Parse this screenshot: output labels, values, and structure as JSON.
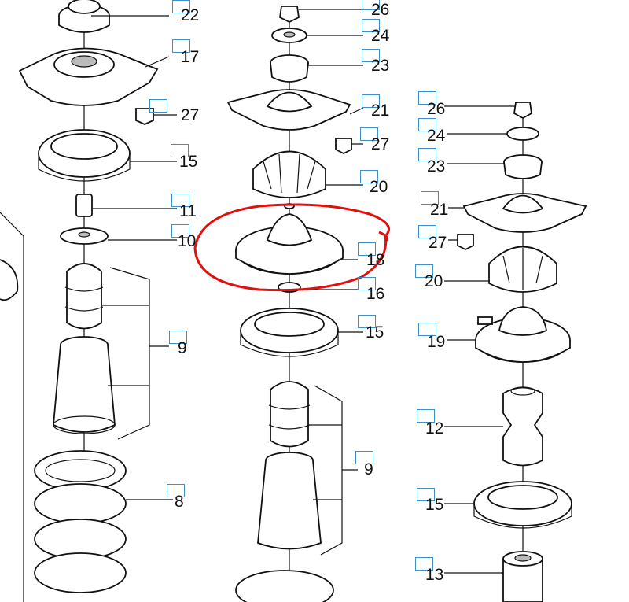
{
  "diagram": {
    "highlight_color": "#e01010",
    "hotspot_color": "#3c8fc8",
    "highlighted_part": "18",
    "columns": [
      {
        "name": "left",
        "labels": [
          "22",
          "17",
          "27",
          "15",
          "11",
          "10",
          "9",
          "8"
        ]
      },
      {
        "name": "middle",
        "labels": [
          "26",
          "24",
          "23",
          "21",
          "27",
          "20",
          "18",
          "16",
          "15",
          "9"
        ]
      },
      {
        "name": "right",
        "labels": [
          "26",
          "24",
          "23",
          "21",
          "27",
          "20",
          "19",
          "12",
          "15",
          "13"
        ]
      }
    ]
  }
}
